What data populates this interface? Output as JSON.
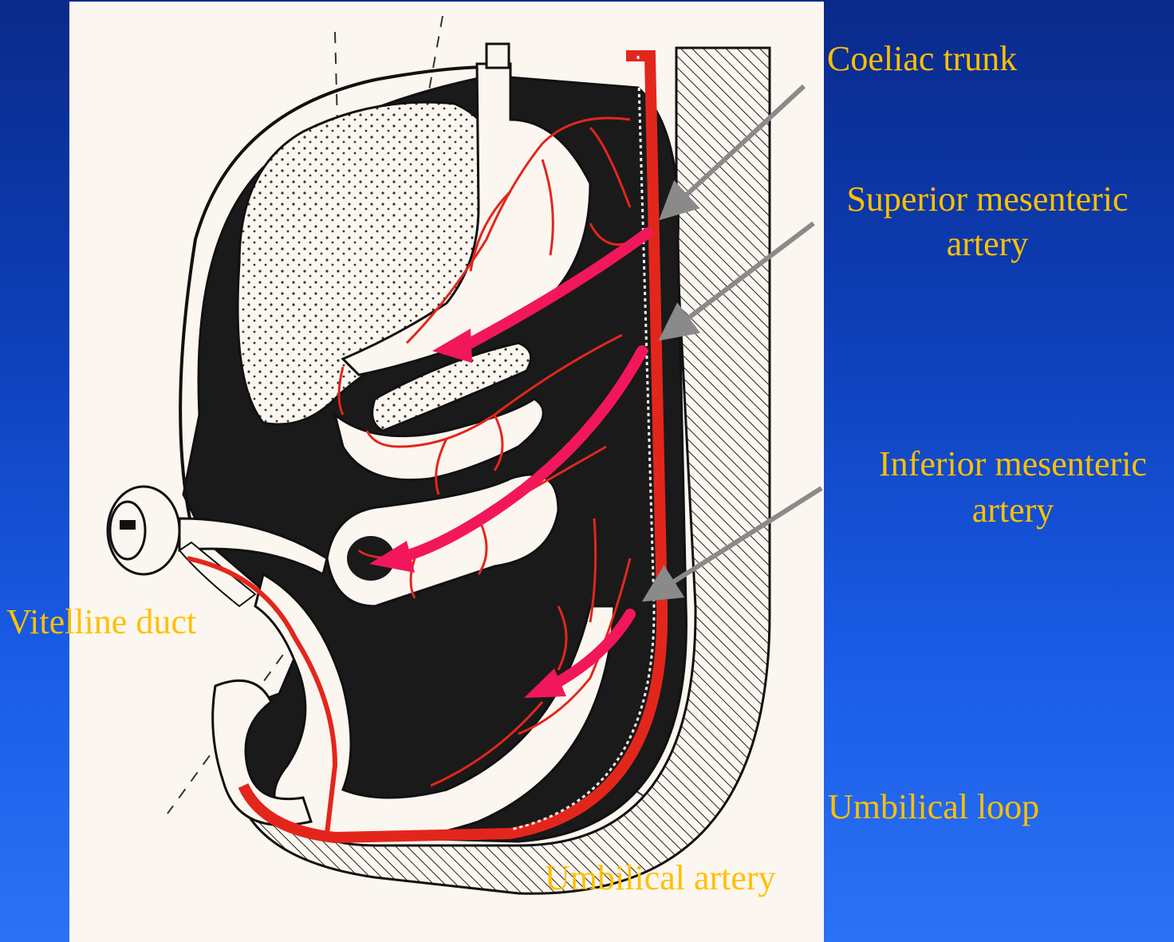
{
  "labels": {
    "coeliac_trunk": "Coeliac trunk",
    "superior_mesenteric_l1": "Superior mesenteric",
    "superior_mesenteric_l2": "artery",
    "inferior_mesenteric_l1": "Inferior mesenteric",
    "inferior_mesenteric_l2": "artery",
    "vitelline_duct": "Vitelline duct",
    "umbilical_loop": "Umbilical loop",
    "umbilical_artery": "Umbilical artery"
  },
  "colors": {
    "background_top": "#0a2a8a",
    "background_bottom": "#2a72f5",
    "label_yellow": "#ffc000",
    "label_blue": "#1c2fd0",
    "paper": "#fbf6ef",
    "ink": "#141414",
    "artery_red": "#e3261c",
    "arrow_magenta": "#f2175a",
    "pointer_gray": "#8a8a8a"
  }
}
